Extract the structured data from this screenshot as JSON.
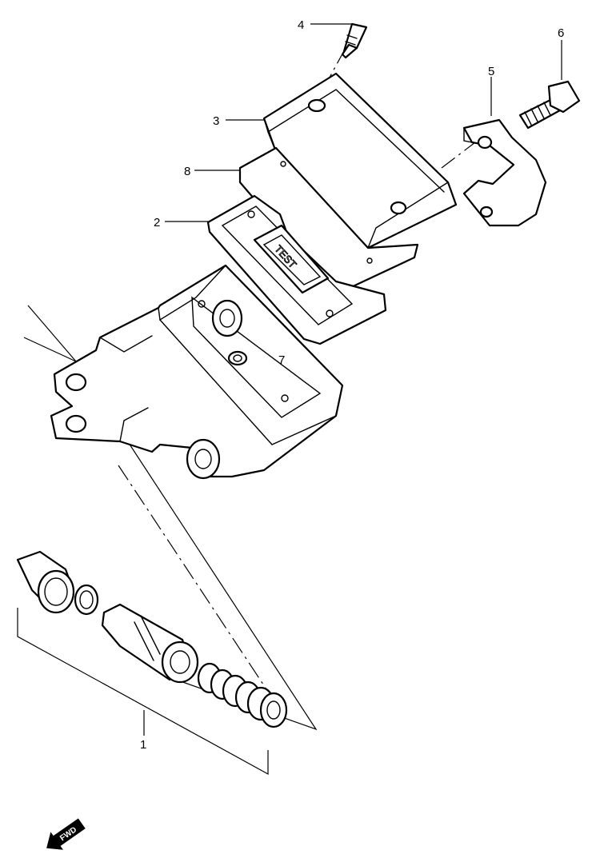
{
  "diagram": {
    "callouts": {
      "p1": "1",
      "p2": "2",
      "p3": "3",
      "p4": "4",
      "p5": "5",
      "p6": "6",
      "p7": "7",
      "p8": "8"
    },
    "fwd_label": "FWD"
  }
}
